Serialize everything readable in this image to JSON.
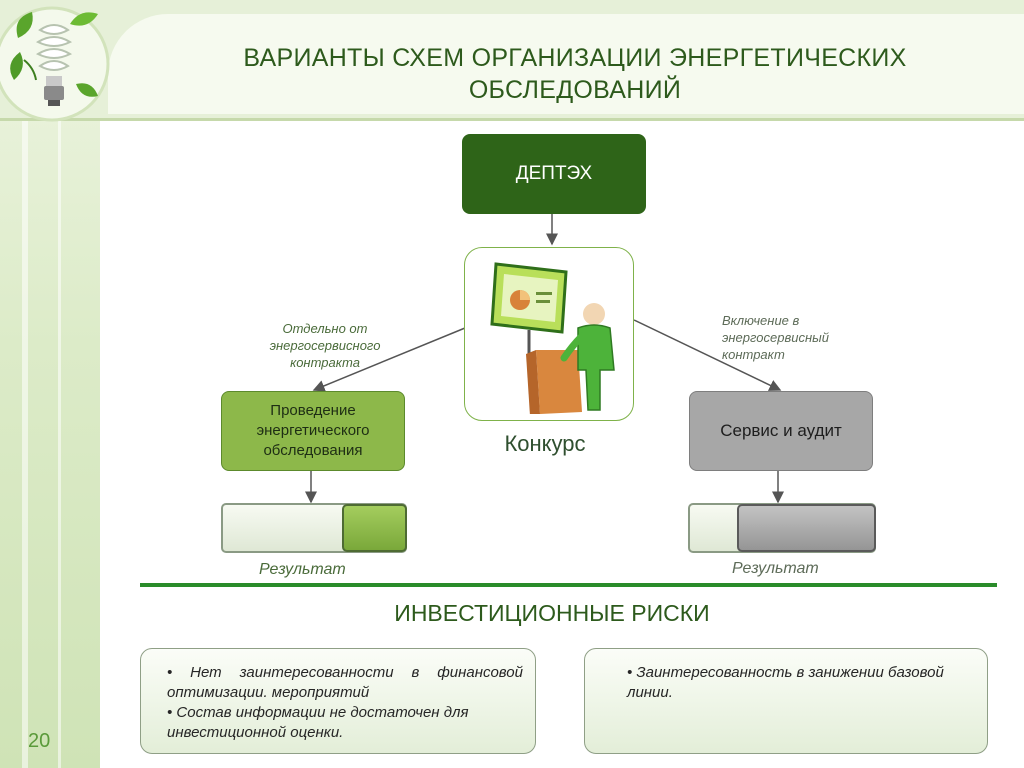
{
  "slide": {
    "title_line1": "ВАРИАНТЫ СХЕМ ОРГАНИЗАЦИИ ЭНЕРГЕТИЧЕСКИХ",
    "title_line2": "ОБСЛЕДОВАНИЙ",
    "page_number": "20"
  },
  "diagram": {
    "top_node": "ДЕПТЭХ",
    "center_caption": "Конкурс",
    "left_edge_label": [
      "Отдельно от",
      "энергосервисного",
      "контракта"
    ],
    "right_edge_label": [
      "Включение в",
      "энергосервисный",
      "контракт"
    ],
    "left_node": [
      "Проведение",
      "энергетического",
      "обследования"
    ],
    "right_node": "Сервис и аудит",
    "left_result": "Результат",
    "right_result": "Результат"
  },
  "risks": {
    "heading": "ИНВЕСТИЦИОННЫЕ РИСКИ",
    "left_items": [
      "•  Нет заинтересованности  в  финансовой оптимизации. мероприятий",
      "•  Состав информации не достаточен для инвестиционной оценки."
    ],
    "right_items": [
      "•  Заинтересованность в  занижении базовой линии."
    ]
  },
  "colors": {
    "dark_green": "#2e6418",
    "light_green": "#8db84a",
    "gray": "#a7a7a7",
    "title_green": "#2d5a1c",
    "divider_green": "#2a8c2a"
  },
  "icons": {
    "logo": "eco-lightbulb-icon",
    "center": "presenter-at-board-icon"
  }
}
